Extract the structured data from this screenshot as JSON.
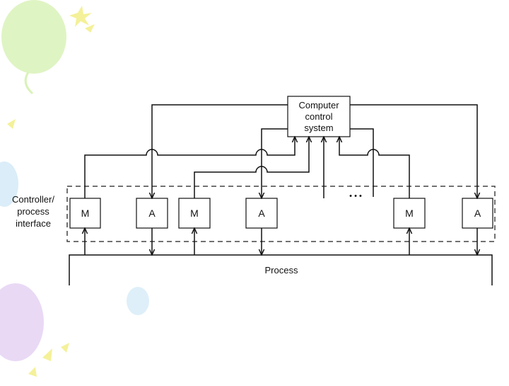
{
  "computer_label": [
    "Computer",
    "control",
    "system"
  ],
  "interface_label": [
    "Controller/",
    "process",
    "interface"
  ],
  "process_label": "Process",
  "ellipsis": "• • •",
  "devices": [
    "M",
    "A",
    "M",
    "A",
    "M",
    "A"
  ],
  "colors": {
    "line": "#111111",
    "dash": "#444444",
    "balloon_green": "#d9f2b8",
    "balloon_blue": "#d6ebf7",
    "balloon_purple": "#e7d5f4",
    "star_yellow": "#f4f19a"
  }
}
